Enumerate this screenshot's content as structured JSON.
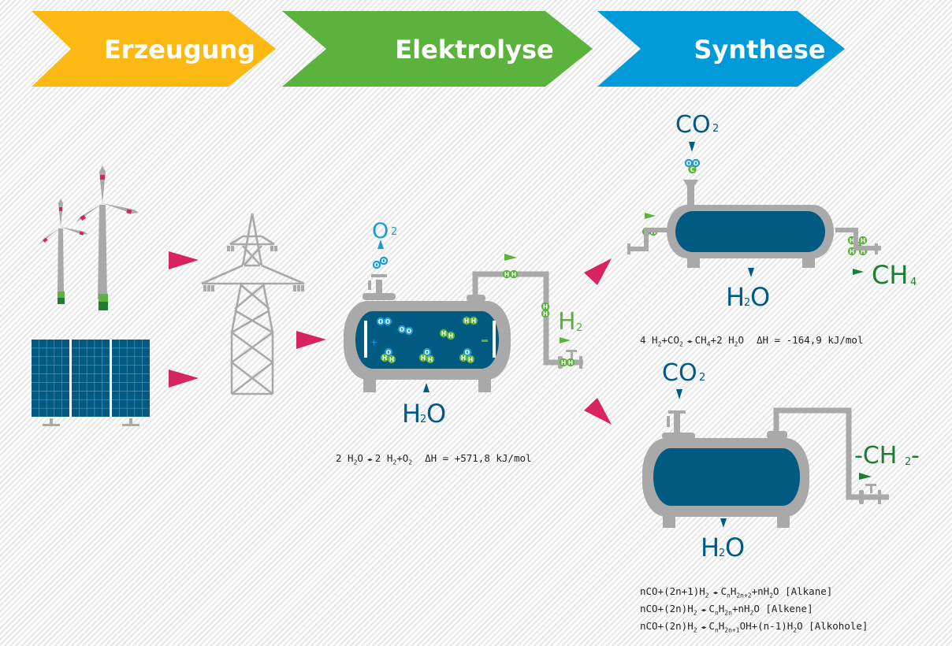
{
  "colors": {
    "yellow": "#fdb913",
    "green": "#5bb23d",
    "blue": "#009ad8",
    "darkblue": "#005a82",
    "gray": "#a9a9a9",
    "magenta": "#d5245f",
    "darkgreen": "#1e7d32",
    "lightblue": "#1a9ad6"
  },
  "stages": [
    {
      "label": "Erzeugung",
      "color": "#fdb913"
    },
    {
      "label": "Elektrolyse",
      "color": "#5bb23d"
    },
    {
      "label": "Synthese",
      "color": "#009ad8"
    }
  ],
  "sources": {
    "wind": "wind-turbines",
    "solar": "solar-panel",
    "grid": "power-pylon"
  },
  "electrolysis": {
    "output_top": {
      "base": "O",
      "sub": "2"
    },
    "output_right": {
      "base": "H",
      "sub": "2"
    },
    "input_bottom": {
      "base1": "H",
      "sub": "2",
      "base2": "O"
    },
    "anode": "+",
    "cathode": "-",
    "molecules": {
      "oxygen": [
        "O",
        "O"
      ],
      "hydrogen": [
        "H",
        "H"
      ],
      "water": [
        "O",
        "H",
        "H"
      ]
    },
    "equation": {
      "left": "2 H",
      "left_sub": "2",
      "left_end": "O",
      "right": "2 H",
      "right_sub": "2",
      "plus": "+O",
      "plus_sub": "2",
      "enthalpy": "ΔH = +571,8 kJ/mol"
    }
  },
  "methanation": {
    "input_top": {
      "base": "CO",
      "sub": "2"
    },
    "output_bottom": {
      "base1": "H",
      "sub": "2",
      "base2": "O"
    },
    "output_right": {
      "base": "CH",
      "sub": "4"
    },
    "molecules": {
      "co2": [
        "O",
        "O",
        "C"
      ],
      "h2": [
        "H",
        "H"
      ],
      "ch4": [
        "H",
        "H",
        "C",
        "H",
        "H"
      ]
    },
    "equation": {
      "left": "4 H",
      "left_sub": "2",
      "plus": "+CO",
      "plus_sub": "2",
      "right": "CH",
      "right_sub": "4",
      "right_end": "+2 H",
      "right_end_sub": "2",
      "right_tail": "O",
      "enthalpy": "ΔH = -164,9 kJ/mol"
    }
  },
  "fischer_tropsch": {
    "input_top": {
      "base": "CO",
      "sub": "2"
    },
    "output_bottom": {
      "base1": "H",
      "sub": "2",
      "base2": "O"
    },
    "output_right": {
      "pre": "-CH",
      "sub": "2",
      "post": "-"
    },
    "equations": [
      {
        "lhs": "nCO+(2n+1)H",
        "lhs_sub": "2",
        "rhs_a": "C",
        "rhs_a_sub": "n",
        "rhs_b": "H",
        "rhs_b_sub": "2n+2",
        "rhs_c": "+nH",
        "rhs_c_sub": "2",
        "rhs_d": "O [Alkane]"
      },
      {
        "lhs": "nCO+(2n)H",
        "lhs_sub": "2",
        "rhs_a": "C",
        "rhs_a_sub": "n",
        "rhs_b": "H",
        "rhs_b_sub": "2n",
        "rhs_c": "+nH",
        "rhs_c_sub": "2",
        "rhs_d": "O [Alkene]"
      },
      {
        "lhs": "nCO+(2n)H",
        "lhs_sub": "2",
        "rhs_a": "C",
        "rhs_a_sub": "n",
        "rhs_b": "H",
        "rhs_b_sub": "2n+1",
        "rhs_c": "OH+(n-1)H",
        "rhs_c_sub": "2",
        "rhs_d": "O [Alkohole]"
      }
    ]
  },
  "arrow_symbol": "◂▸"
}
